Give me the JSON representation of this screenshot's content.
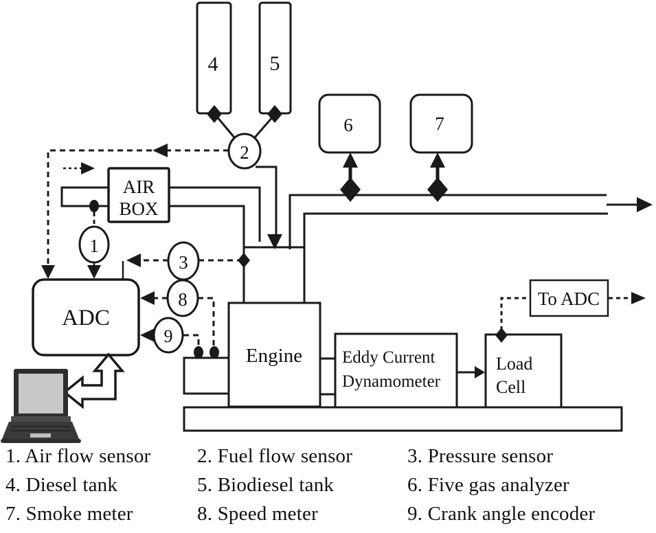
{
  "diagram": {
    "nodes": {
      "diesel_tank": "4",
      "biodiesel_tank": "5",
      "fuel_flow_sensor": "2",
      "air_flow_sensor": "1",
      "pressure_sensor": "3",
      "speed_meter": "8",
      "crank_angle_encoder": "9",
      "five_gas_analyzer": "6",
      "smoke_meter": "7",
      "air_box_line1": "AIR",
      "air_box_line2": "BOX",
      "adc": "ADC",
      "engine": "Engine",
      "dynamometer_line1": "Eddy Current",
      "dynamometer_line2": "Dynamometer",
      "load_cell_line1": "Load",
      "load_cell_line2": "Cell",
      "to_adc": "To ADC"
    },
    "colors": {
      "stroke": "#1a1a1a",
      "background": "#ffffff",
      "laptop_screen": "#c8c8c8",
      "laptop_body": "#3a3a3a"
    }
  },
  "legend": {
    "items": [
      "1. Air flow sensor",
      "2. Fuel flow sensor",
      "3. Pressure sensor",
      "4. Diesel tank",
      "5. Biodiesel tank",
      "6. Five gas analyzer",
      "7. Smoke meter",
      "8. Speed meter",
      "9. Crank angle encoder"
    ]
  }
}
